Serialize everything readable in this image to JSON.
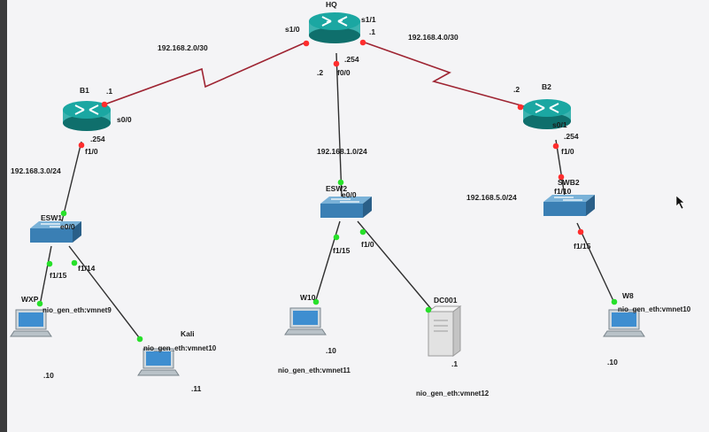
{
  "colors": {
    "background": "#f4f4f6",
    "serial_link": "#9e2432",
    "ethernet_link": "#2f2f2f",
    "port_down": "#ff2d2d",
    "port_up": "#27e02a",
    "router": "#1ba7a2",
    "switch": "#3a7fb4"
  },
  "devices": {
    "hq": {
      "name": "HQ"
    },
    "b1": {
      "name": "B1"
    },
    "b2": {
      "name": "B2"
    },
    "esw1": {
      "name": "ESW1"
    },
    "esw2": {
      "name": "ESW2"
    },
    "swb2": {
      "name": "SWB2"
    },
    "wxp": {
      "name": "WXP",
      "adapter": "nio_gen_eth:vmnet9",
      "host_ip": ".10"
    },
    "kali": {
      "name": "Kali",
      "adapter": "nio_gen_eth:vmnet10",
      "host_ip": ".11"
    },
    "w10": {
      "name": "W10",
      "adapter": "nio_gen_eth:vmnet11",
      "host_ip": ".10"
    },
    "dc001": {
      "name": "DC001",
      "adapter": "nio_gen_eth:vmnet12",
      "host_ip": ".1"
    },
    "w8": {
      "name": "W8",
      "adapter": "nio_gen_eth:vmnet10",
      "host_ip": ".10"
    }
  },
  "networks": {
    "hq_b1": "192.168.2.0/30",
    "hq_b2": "192.168.4.0/30",
    "hq_lan": "192.168.1.0/24",
    "b1_lan": "192.168.3.0/24",
    "b2_lan": "192.168.5.0/24"
  },
  "interfaces": {
    "hq_s1_0": "s1/0",
    "hq_s1_1": "s1/1",
    "hq_s1_1_ip": ".1",
    "hq_f0_0": "f0/0",
    "hq_f0_0_ip": ".254",
    "hq_dot2": ".2",
    "b1_s0_0": "s0/0",
    "b1_s0_0_ip": ".1",
    "b1_f1_0": "f1/0",
    "b1_f1_0_ip": ".254",
    "b2_s0_1": "s0/1",
    "b2_s0_1_ip": ".2",
    "b2_f1_0": "f1/0",
    "b2_f1_0_ip": ".254",
    "esw1_e0_0": "e0/0",
    "esw1_f1_15": "f1/15",
    "esw1_f1_14": "f1/14",
    "esw2_e0_0": "e0/0",
    "esw2_f1_15": "f1/15",
    "esw2_f1_0": "f1/0",
    "swb2_f1_10": "f1/10",
    "swb2_f1_15": "f1/15"
  }
}
